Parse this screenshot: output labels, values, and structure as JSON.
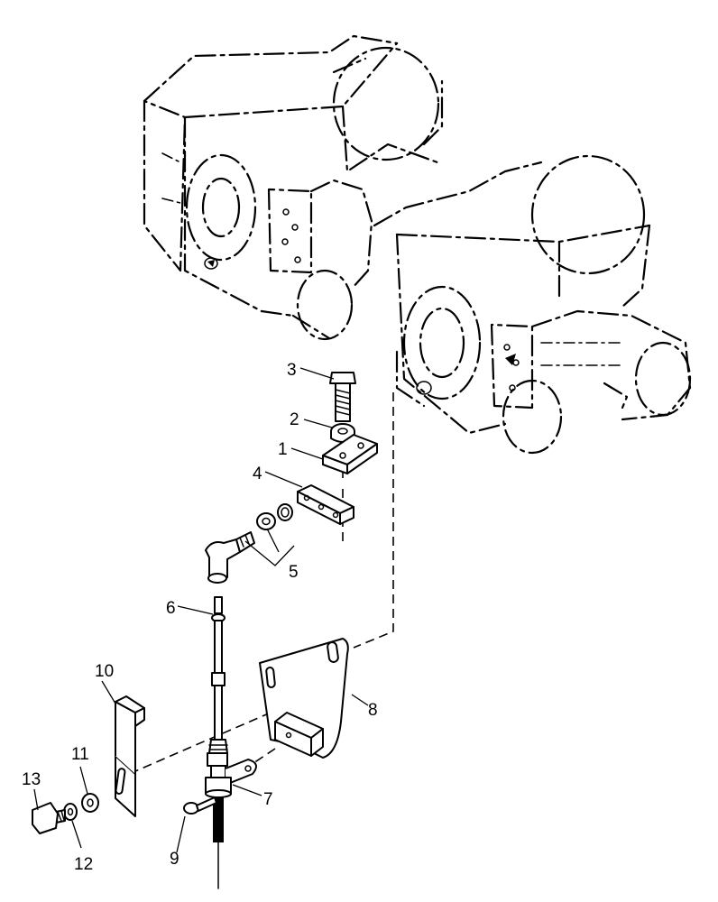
{
  "callouts": [
    {
      "id": "1",
      "label": "1"
    },
    {
      "id": "2",
      "label": "2"
    },
    {
      "id": "3",
      "label": "3"
    },
    {
      "id": "4",
      "label": "4"
    },
    {
      "id": "5",
      "label": "5"
    },
    {
      "id": "6",
      "label": "6"
    },
    {
      "id": "7",
      "label": "7"
    },
    {
      "id": "8",
      "label": "8"
    },
    {
      "id": "9",
      "label": "9"
    },
    {
      "id": "10",
      "label": "10"
    },
    {
      "id": "11",
      "label": "11"
    },
    {
      "id": "12",
      "label": "12"
    },
    {
      "id": "13",
      "label": "13"
    }
  ],
  "style": {
    "line_color": "#000000",
    "background": "#ffffff"
  }
}
